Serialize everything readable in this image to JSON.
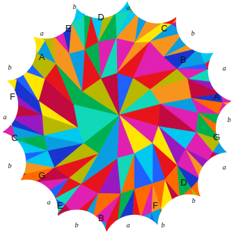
{
  "diagram": {
    "labels": [
      "b",
      "D",
      "a",
      "C",
      "b",
      "B",
      "a",
      "A",
      "b",
      "G",
      "a",
      "D",
      "b",
      "F",
      "b",
      "a",
      "B",
      "b",
      "E",
      "a",
      "G",
      "b",
      "C",
      "a",
      "F",
      "b",
      "A",
      "a",
      "E"
    ]
  }
}
